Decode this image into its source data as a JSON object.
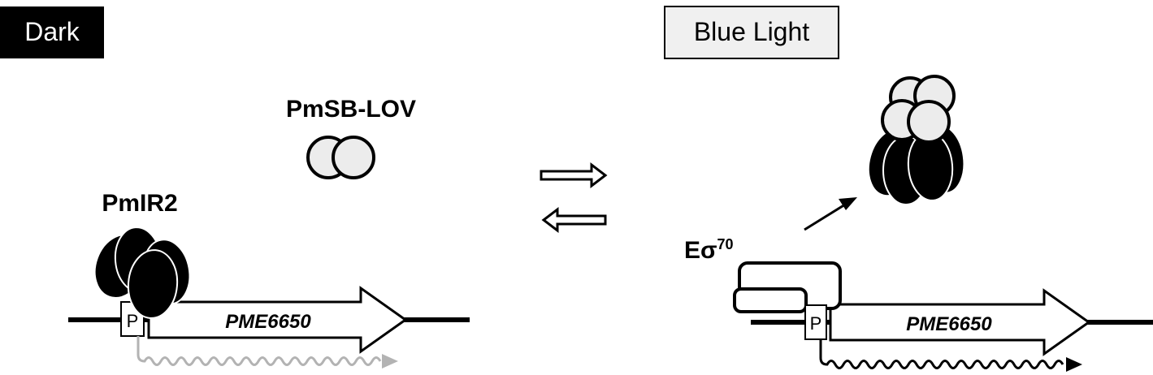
{
  "dark_panel": {
    "condition_label": "Dark",
    "sensor_label": "PmSB-LOV",
    "repressor_label": "PmIR2",
    "promoter_label": "P",
    "gene_label": "PME6650"
  },
  "light_panel": {
    "condition_label": "Blue Light",
    "polymerase_label_base": "Eσ",
    "polymerase_label_sup": "70",
    "promoter_label": "P",
    "gene_label": "PME6650"
  },
  "colors": {
    "repressor": "#000000",
    "lov": "#ececec",
    "transcript_off": "#b3b3b3",
    "transcript_on": "#000000",
    "blue_light_box": "#f0f0f0"
  }
}
